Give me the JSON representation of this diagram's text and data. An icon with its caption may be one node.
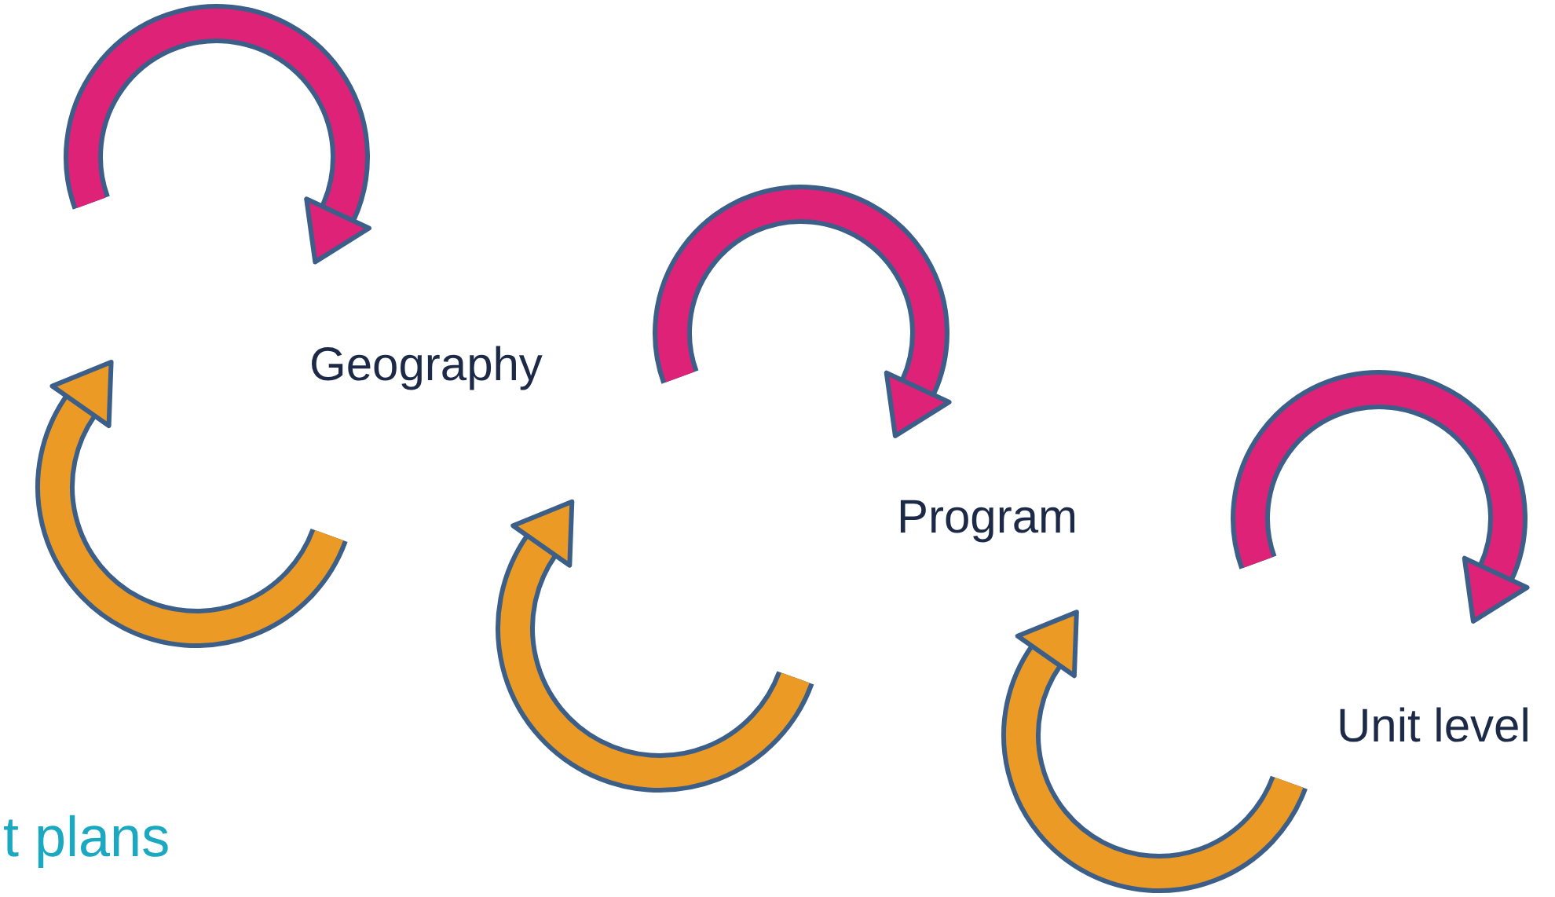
{
  "diagram": {
    "labels": [
      "Geography",
      "Program",
      "Unit level",
      "t plans"
    ]
  }
}
